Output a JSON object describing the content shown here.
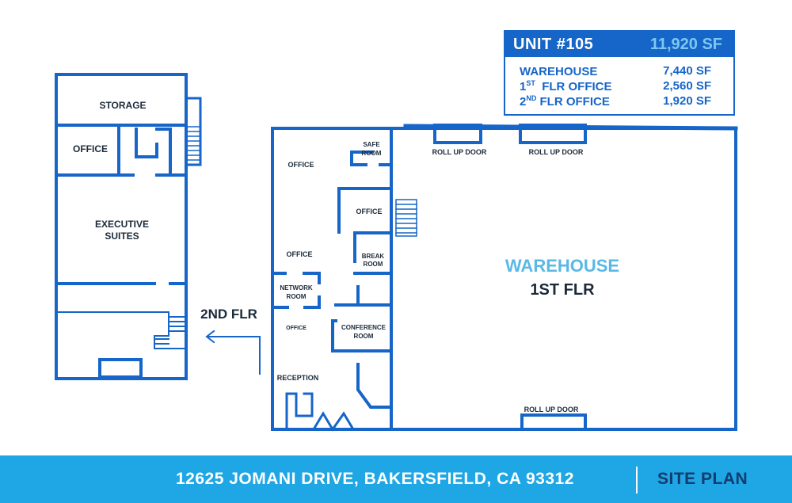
{
  "unit": {
    "title": "UNIT #105",
    "total": "11,920 SF",
    "rows": [
      {
        "label_pre": "WAREHOUSE",
        "sup": "",
        "label_post": "",
        "value": "7,440  SF"
      },
      {
        "label_pre": "1",
        "sup": "ST",
        "label_post": "  FLR OFFICE",
        "value": "2,560 SF"
      },
      {
        "label_pre": "2",
        "sup": "ND",
        "label_post": " FLR OFFICE",
        "value": "1,920 SF"
      }
    ]
  },
  "second_floor": {
    "storage": "STORAGE",
    "office": "OFFICE",
    "exec_line1": "EXECUTIVE",
    "exec_line2": "SUITES",
    "arrow_label": "2ND FLR"
  },
  "first_floor": {
    "office_top": "OFFICE",
    "safe_line1": "SAFE",
    "safe_line2": "ROOM",
    "office_mid": "OFFICE",
    "office_left": "OFFICE",
    "break_line1": "BREAK",
    "break_line2": "ROOM",
    "network_line1": "NETWORK",
    "network_line2": "ROOM",
    "office_small": "OFFICE",
    "conf_line1": "CONFERENCE",
    "conf_line2": "ROOM",
    "reception": "RECEPTION",
    "rollup1": "ROLL UP DOOR",
    "rollup2": "ROLL UP DOOR",
    "rollup3": "ROLL UP DOOR",
    "warehouse": "WAREHOUSE",
    "floor": "1ST FLR"
  },
  "colors": {
    "wall": "#1665c8",
    "accent": "#1fa6e4",
    "warehouse_text": "#5ab8e6"
  },
  "footer": {
    "address": "12625 JOMANI DRIVE, BAKERSFIELD, CA 93312",
    "site_plan": "SITE PLAN"
  }
}
